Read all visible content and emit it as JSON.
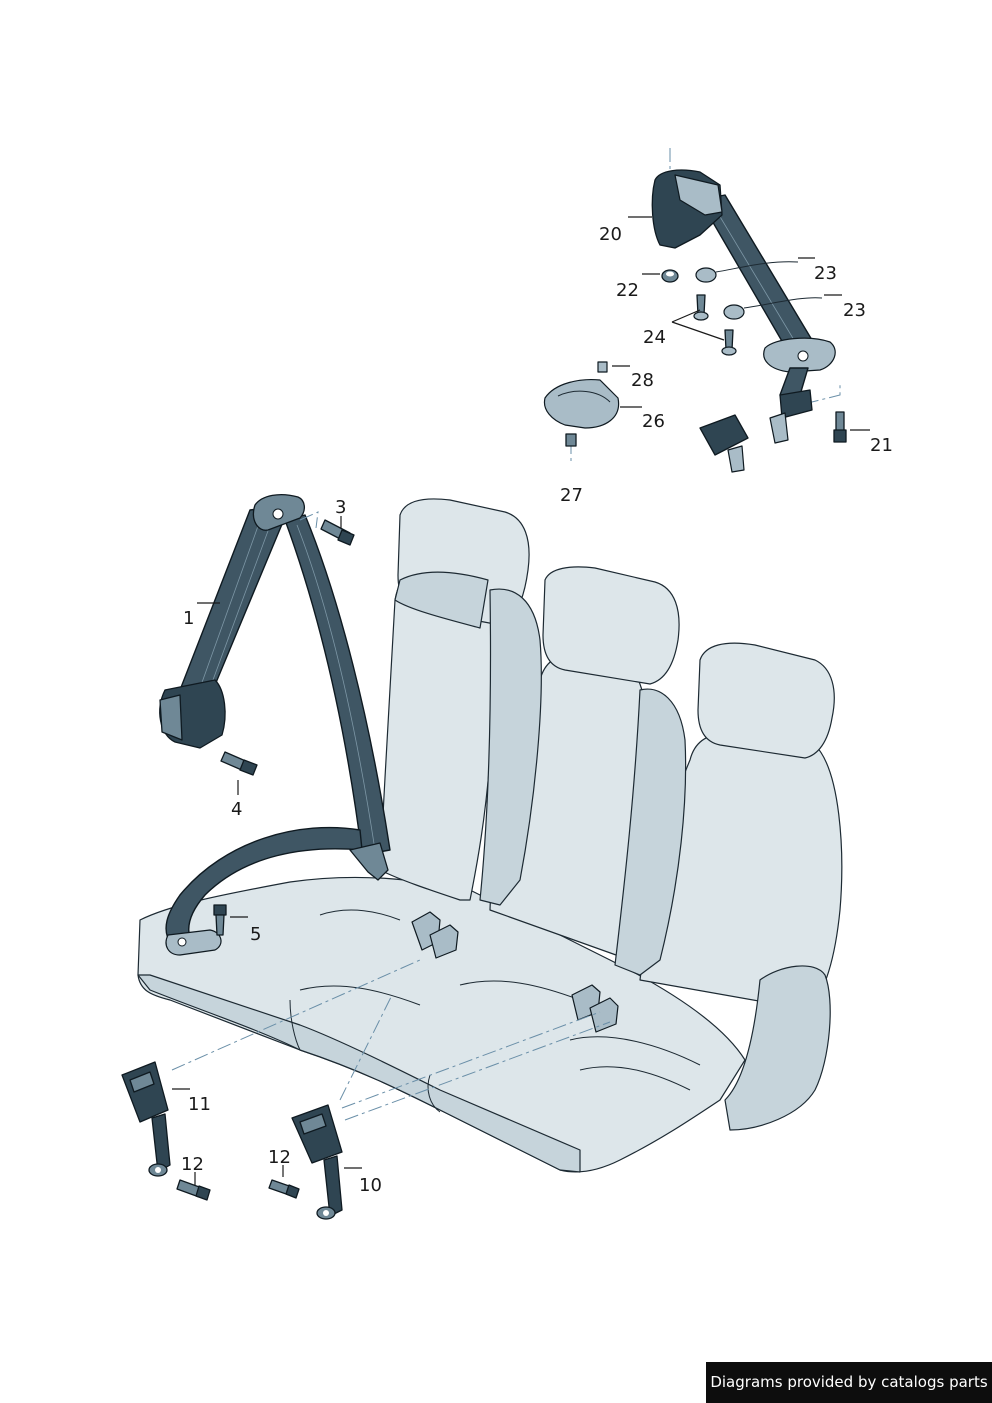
{
  "callouts": {
    "c1": "1",
    "c3": "3",
    "c4": "4",
    "c5": "5",
    "c10": "10",
    "c11": "11",
    "c12a": "12",
    "c12b": "12",
    "c20": "20",
    "c21": "21",
    "c22": "22",
    "c23a": "23",
    "c23b": "23",
    "c24": "24",
    "c26": "26",
    "c27": "27",
    "c28": "28"
  },
  "watermark": "Diagrams provided by catalogs parts",
  "colors": {
    "seat_fill": "#dde6ea",
    "belt_fill": "#3f5664",
    "part_fill": "#6f8896",
    "dash_line": "#6a8fa8",
    "watermark_bg": "#0d0d0d"
  }
}
